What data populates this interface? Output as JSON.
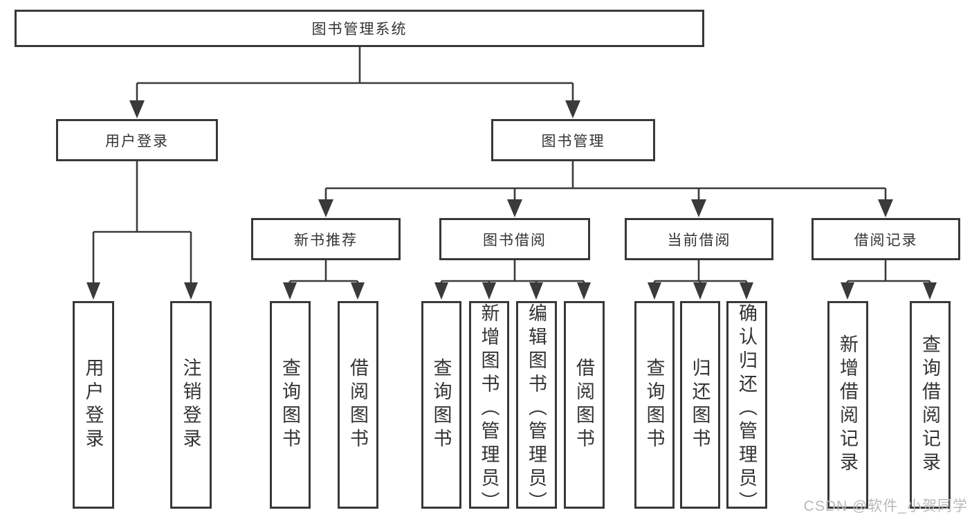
{
  "tree": {
    "root": {
      "label": "图书管理系统",
      "children": [
        {
          "label": "用户登录",
          "children": [
            {
              "label": "用户登录"
            },
            {
              "label": "注销登录"
            }
          ]
        },
        {
          "label": "图书管理",
          "children": [
            {
              "label": "新书推荐",
              "children": [
                {
                  "label": "查询图书"
                },
                {
                  "label": "借阅图书"
                }
              ]
            },
            {
              "label": "图书借阅",
              "children": [
                {
                  "label": "查询图书"
                },
                {
                  "label": "新增图书（管理员）"
                },
                {
                  "label": "编辑图书（管理员）"
                },
                {
                  "label": "借阅图书"
                }
              ]
            },
            {
              "label": "当前借阅",
              "children": [
                {
                  "label": "查询图书"
                },
                {
                  "label": "归还图书"
                },
                {
                  "label": "确认归还（管理员）"
                }
              ]
            },
            {
              "label": "借阅记录",
              "children": [
                {
                  "label": "新增借阅记录"
                },
                {
                  "label": "查询借阅记录"
                }
              ]
            }
          ]
        }
      ]
    }
  },
  "watermark": {
    "text": "CSDN @软件_小贺同学"
  },
  "colors": {
    "line": "#3a3a3a",
    "box_border": "#383838",
    "text": "#333333",
    "watermark": "#b9b9b9",
    "background": "#ffffff"
  }
}
